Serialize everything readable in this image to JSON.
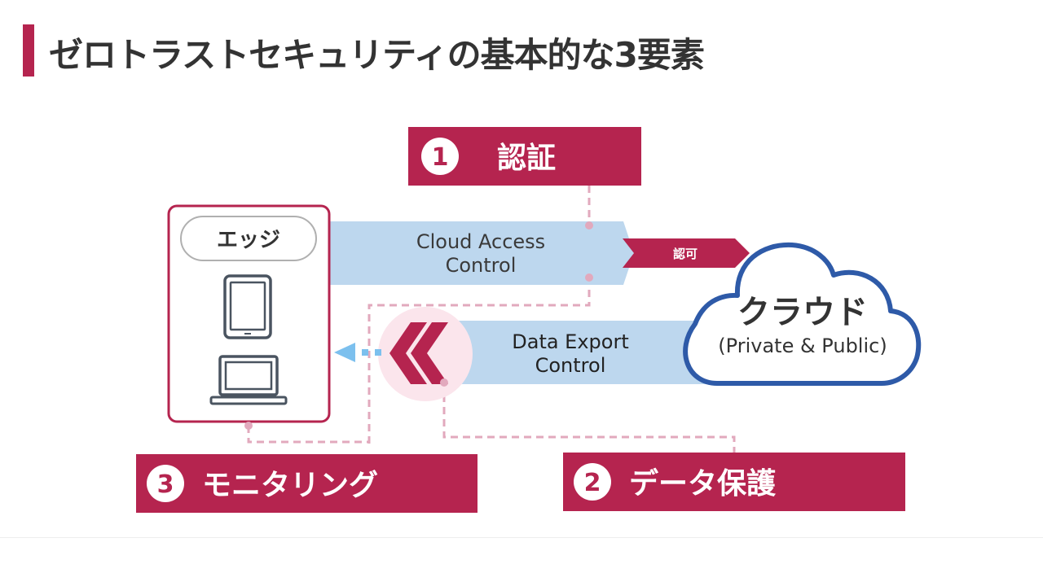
{
  "title": "ゼロトラストセキュリティの基本的な3要素",
  "elements": {
    "authentication": {
      "number": "1",
      "label": "認証"
    },
    "data_protection": {
      "number": "2",
      "label": "データ保護"
    },
    "monitoring": {
      "number": "3",
      "label": "モニタリング"
    }
  },
  "edge": {
    "label": "エッジ"
  },
  "cloud": {
    "title": "クラウド",
    "subtitle": "(Private & Public)"
  },
  "cloud_access": {
    "line1": "Cloud Access",
    "line2": "Control"
  },
  "data_export": {
    "line1": "Data Export",
    "line2": "Control"
  },
  "permit_label": "認可",
  "colors": {
    "accent": "#b5244f",
    "arrow_fill": "#bdd7ee",
    "cloud_stroke": "#2e5aa8",
    "dash": "#e2a9bd",
    "dotted_arrow": "#7cc0ee"
  }
}
